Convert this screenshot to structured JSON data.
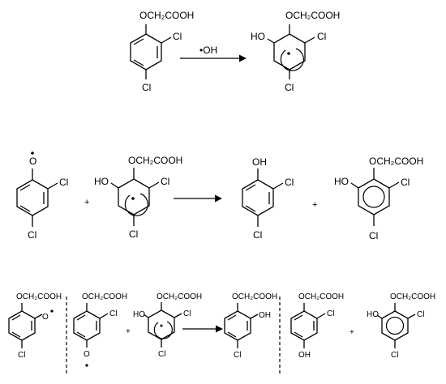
{
  "labels": {
    "oxyacid": "OCH₂COOH",
    "chloro": "Cl",
    "hydroxy": "OH",
    "hydroxy_left": "HO",
    "oxy": "O",
    "plus": "+",
    "reagent": "•OH"
  }
}
